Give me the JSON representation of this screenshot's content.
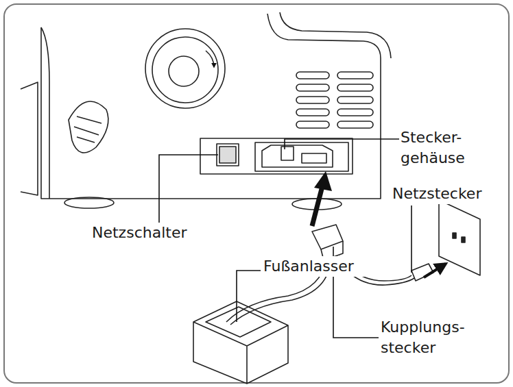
{
  "diagram": {
    "labels": [
      "Stecker- gehäuse",
      "Netzschalter",
      "Netzstecker",
      "Fußanlasser",
      "Kupplungs- stecker"
    ]
  }
}
